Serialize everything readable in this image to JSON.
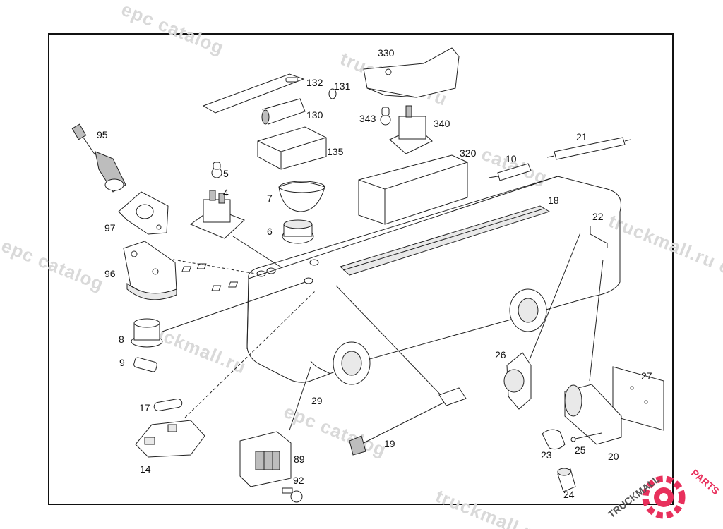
{
  "watermark": {
    "text_1": "truckmall.ru epc catalog",
    "text_2": "epc catalog",
    "text_3": "truckmall.ru",
    "text_4": "truckmall.ru e",
    "text_5": "catalog",
    "text_6": "pc catalog",
    "text_7": "truckmall.ru epc catalog"
  },
  "logo": {
    "text_left": "TRUCKMALL",
    "text_right": "PARTS",
    "color_left": "#555555",
    "color_right": "#e8305c"
  },
  "parts": {
    "p95": "95",
    "p97": "97",
    "p96": "96",
    "p8": "8",
    "p9": "9",
    "p17": "17",
    "p14": "14",
    "p5": "5",
    "p4": "4",
    "p7": "7",
    "p6": "6",
    "p132": "132",
    "p131": "131",
    "p130": "130",
    "p135": "135",
    "p330": "330",
    "p343": "343",
    "p340": "340",
    "p320": "320",
    "p10": "10",
    "p21": "21",
    "p18": "18",
    "p22": "22",
    "p26": "26",
    "p27": "27",
    "p29": "29",
    "p19": "19",
    "p89": "89",
    "p92": "92",
    "p23": "23",
    "p25": "25",
    "p20": "20",
    "p24": "24"
  }
}
